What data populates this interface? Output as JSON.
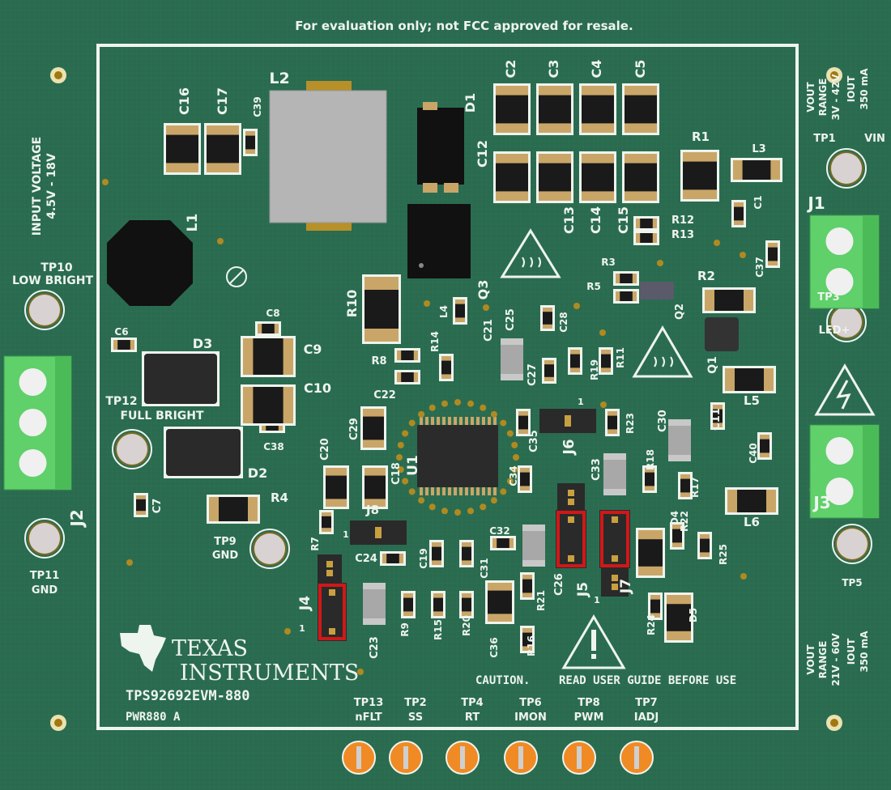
{
  "board": {
    "notice": "For evaluation only; not FCC approved for resale.",
    "board_name": "TPS92692EVM-880",
    "revision": "PWR880 A",
    "logo_line1": "TEXAS",
    "logo_line2": "INSTRUMENTS",
    "caution": "CAUTION.",
    "read_guide": "READ USER GUIDE BEFORE USE",
    "input_voltage_title": "INPUT VOLTAGE",
    "input_voltage_range": "4.5V - 18V",
    "vout_top": {
      "l1": "VOUT",
      "l2": "RANGE",
      "l3": "3V - 42V",
      "l4": "IOUT",
      "l5": "350 mA"
    },
    "vout_bottom": {
      "l1": "VOUT",
      "l2": "RANGE",
      "l3": "21V - 60V",
      "l4": "IOUT",
      "l5": "350 mA"
    },
    "colors": {
      "pcb": "#2a6b50",
      "silkscreen": "#eef4ee",
      "terminal": "#5fd06a",
      "testpoint_orange": "#f08a25",
      "jumper_highlight": "#d01818"
    }
  },
  "labels": [
    "TP10",
    "LOW BRIGHT",
    "TP12",
    "FULL BRIGHT",
    "J2",
    "TP11",
    "GND",
    "TP9",
    "GND",
    "R4",
    "C7",
    "D2",
    "D3",
    "C6",
    "C8",
    "C9",
    "C10",
    "C38",
    "L1",
    "L2",
    "C16",
    "C17",
    "C39",
    "D1",
    "C2",
    "C3",
    "C4",
    "C5",
    "C12",
    "C13",
    "C14",
    "C15",
    "R1",
    "L3",
    "C1",
    "R12",
    "R13",
    "C37",
    "R3",
    "R5",
    "Q3",
    "R10",
    "L4",
    "C25",
    "C21",
    "C28",
    "R14",
    "R8",
    "C22",
    "C27",
    "R19",
    "R11",
    "Q2",
    "R2",
    "Q1",
    "L5",
    "C30",
    "C11",
    "C40",
    "L6",
    "TP3",
    "LED+",
    "J1",
    "J3",
    "TP5",
    "TP1",
    "VIN",
    "C29",
    "C20",
    "C18",
    "U1",
    "C34",
    "C35",
    "J6",
    "1",
    "R23",
    "C33",
    "R18",
    "R17",
    "R22",
    "D4",
    "D5",
    "R25",
    "R24",
    "J8",
    "1",
    "R7",
    "C24",
    "C19",
    "C31",
    "C32",
    "C26",
    "J5",
    "J7",
    "1",
    "J4",
    "1",
    "C23",
    "R9",
    "R15",
    "R20",
    "C36",
    "R21",
    "R16"
  ],
  "test_points_bottom": [
    {
      "id": "TP13",
      "signal": "nFLT"
    },
    {
      "id": "TP2",
      "signal": "SS"
    },
    {
      "id": "TP4",
      "signal": "RT"
    },
    {
      "id": "TP6",
      "signal": "IMON"
    },
    {
      "id": "TP8",
      "signal": "PWM"
    },
    {
      "id": "TP7",
      "signal": "IADJ"
    }
  ]
}
